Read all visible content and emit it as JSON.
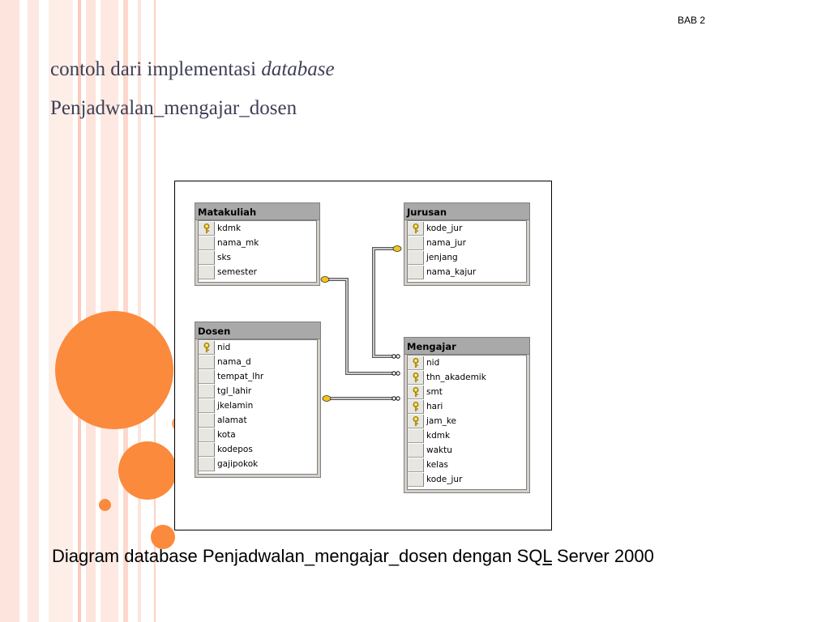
{
  "slide": {
    "header_label": "BAB 2",
    "title_main": "contoh dari implementasi ",
    "title_emphasis": "database",
    "subtitle": "Penjadwalan_mengajar_dosen",
    "caption_before": "Diagram database Penjadwalan_mengajar_dosen dengan SQ",
    "caption_mark": "L",
    "caption_after": " Server 2000"
  },
  "diagram": {
    "tables": [
      {
        "name": "Matakuliah",
        "columns": [
          {
            "name": "kdmk",
            "key": true
          },
          {
            "name": "nama_mk",
            "key": false
          },
          {
            "name": "sks",
            "key": false
          },
          {
            "name": "semester",
            "key": false
          }
        ]
      },
      {
        "name": "Jurusan",
        "columns": [
          {
            "name": "kode_jur",
            "key": true
          },
          {
            "name": "nama_jur",
            "key": false
          },
          {
            "name": "jenjang",
            "key": false
          },
          {
            "name": "nama_kajur",
            "key": false
          }
        ]
      },
      {
        "name": "Dosen",
        "columns": [
          {
            "name": "nid",
            "key": true
          },
          {
            "name": "nama_d",
            "key": false
          },
          {
            "name": "tempat_lhr",
            "key": false
          },
          {
            "name": "tgl_lahir",
            "key": false
          },
          {
            "name": "jkelamin",
            "key": false
          },
          {
            "name": "alamat",
            "key": false
          },
          {
            "name": "kota",
            "key": false
          },
          {
            "name": "kodepos",
            "key": false
          },
          {
            "name": "gajipokok",
            "key": false
          }
        ]
      },
      {
        "name": "Mengajar",
        "columns": [
          {
            "name": "nid",
            "key": true
          },
          {
            "name": "thn_akademik",
            "key": true
          },
          {
            "name": "smt",
            "key": true
          },
          {
            "name": "hari",
            "key": true
          },
          {
            "name": "jam_ke",
            "key": true
          },
          {
            "name": "kdmk",
            "key": false
          },
          {
            "name": "waktu",
            "key": false
          },
          {
            "name": "kelas",
            "key": false
          },
          {
            "name": "kode_jur",
            "key": false
          }
        ]
      }
    ],
    "relationships": [
      {
        "from": "Matakuliah",
        "to": "Mengajar"
      },
      {
        "from": "Jurusan",
        "to": "Mengajar"
      },
      {
        "from": "Dosen",
        "to": "Mengajar"
      }
    ]
  },
  "colors": {
    "accent_orange": "#fb8a3c",
    "title_text": "#3f3f55",
    "key_icon": "#f2c417"
  },
  "icons": {
    "primary_key": "key-icon"
  }
}
